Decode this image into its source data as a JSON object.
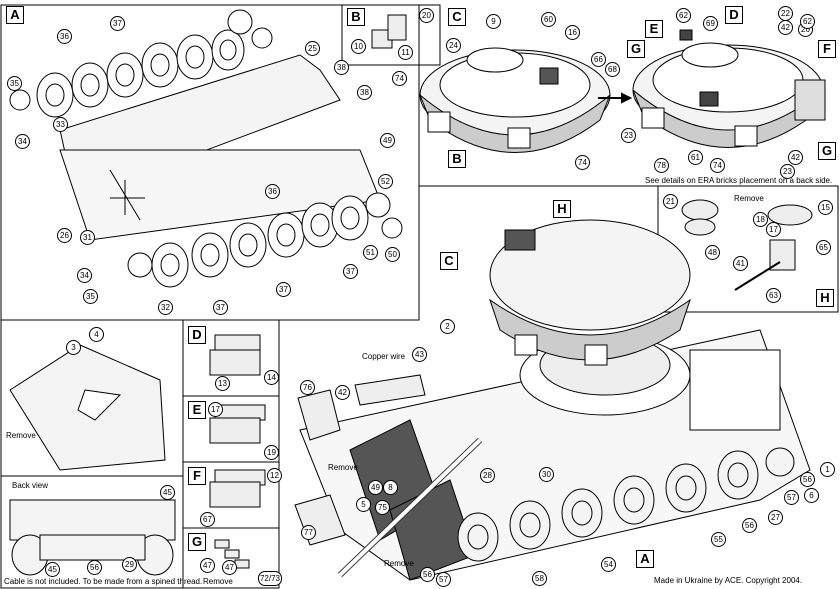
{
  "panels": {
    "a_main": "A",
    "b": "B",
    "c": "C",
    "d": "D",
    "e": "E",
    "g": "G",
    "f": "F",
    "d_small": "D",
    "e_small": "E",
    "f_small": "F",
    "g_small": "G",
    "h_detail": "H",
    "h_main": "H",
    "c_main": "C",
    "a_hull": "A",
    "b_turret": "B",
    "g_turret": "G",
    "h_detail_bottom": "H"
  },
  "notes": {
    "era_details": "See details on ERA bricks placement on a back side.",
    "remove_1": "Remove",
    "remove_2": "Remove",
    "remove_3": "Remove",
    "remove_4": "Remove",
    "remove_5": "Remove",
    "copper_wire": "Copper wire",
    "back_view": "Back view",
    "cable_note": "Cable is not included. To be made from a spined thread.",
    "made_in": "Made in Ukraine by ACE. Copyright 2004."
  },
  "callouts": {
    "c1": "1",
    "c2": "2",
    "c3": "3",
    "c4": "4",
    "c5": "5",
    "c6": "6",
    "c8": "8",
    "c9": "9",
    "c10": "10",
    "c11": "11",
    "c12": "12",
    "c13": "13",
    "c14": "14",
    "c15": "15",
    "c16": "16",
    "c17": "17",
    "c18": "18",
    "c19": "19",
    "c20": "20",
    "c21": "21",
    "c22": "22",
    "c23": "23",
    "c23b": "23",
    "c24": "24",
    "c25": "25",
    "c26": "26",
    "c26b": "26",
    "c27": "27",
    "c28": "28",
    "c29": "29",
    "c30": "30",
    "c31": "31",
    "c32": "32",
    "c33": "33",
    "c34": "34",
    "c34b": "34",
    "c35": "35",
    "c35b": "35",
    "c36": "36",
    "c36b": "36",
    "c37": "37",
    "c37b": "37",
    "c37c": "37",
    "c37d": "37",
    "c38": "38",
    "c38b": "38",
    "c41": "41",
    "c42": "42",
    "c42b": "42",
    "c42c": "42",
    "c43": "43",
    "c45": "45",
    "c45b": "45",
    "c47": "47",
    "c47b": "47",
    "c48": "48",
    "c49": "49",
    "c49b": "49",
    "c50": "50",
    "c51": "51",
    "c52": "52",
    "c54": "54",
    "c55": "55",
    "c56": "56",
    "c56b": "56",
    "c56c": "56",
    "c56d": "56",
    "c57": "57",
    "c57b": "57",
    "c58": "58",
    "c60": "60",
    "c61": "61",
    "c62": "62",
    "c62b": "62",
    "c63": "63",
    "c65": "65",
    "c66": "66",
    "c67": "67",
    "c68": "68",
    "c69": "69",
    "c72": "72/73",
    "c74": "74",
    "c74b": "74",
    "c74c": "74",
    "c75": "75",
    "c76": "76",
    "c77": "77",
    "c78": "78"
  }
}
